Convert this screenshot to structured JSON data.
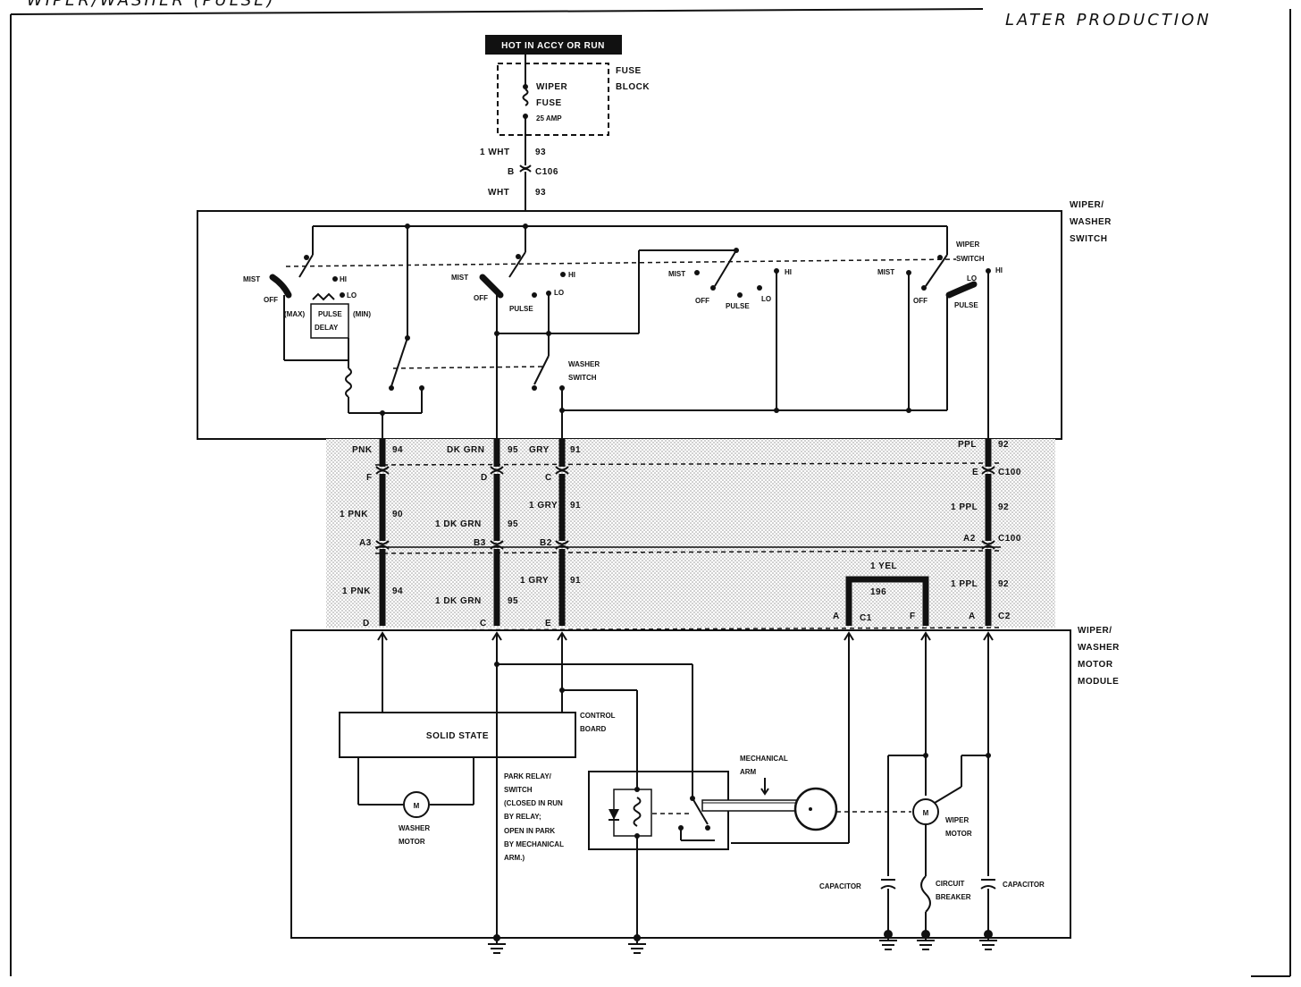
{
  "header": {
    "title_fragment": "WIPER/WASHER (PULSE)",
    "production_note": "LATER PRODUCTION"
  },
  "power": {
    "hot_label": "HOT IN ACCY OR RUN",
    "fuse_block_line1": "FUSE",
    "fuse_block_line2": "BLOCK",
    "fuse_name_line1": "WIPER",
    "fuse_name_line2": "FUSE",
    "fuse_rating": "25 AMP",
    "feed_upper_wire": "1 WHT",
    "feed_upper_circuit": "93",
    "feed_connector_pin": "B",
    "feed_connector": "C106",
    "feed_lower_wire": "WHT",
    "feed_lower_circuit": "93"
  },
  "switch_assembly": {
    "title_line1": "WIPER/",
    "title_line2": "WASHER",
    "title_line3": "SWITCH",
    "wiper_switch_line1": "WIPER",
    "wiper_switch_line2": "SWITCH",
    "washer_switch_line1": "WASHER",
    "washer_switch_line2": "SWITCH",
    "pos_mist": "MIST",
    "pos_off": "OFF",
    "pos_hi": "HI",
    "pos_lo": "LO",
    "pos_pulse": "PULSE",
    "pos_max": "(MAX)",
    "pos_min": "(MIN)",
    "pos_delay": "DELAY"
  },
  "harness": {
    "col1": {
      "wire_top": "PNK",
      "circ_top": "94",
      "pin_top": "F",
      "wire_mid": "1 PNK",
      "circ_mid": "90",
      "pin_mid": "A3",
      "wire_bot": "1 PNK",
      "circ_bot": "94",
      "pin_bot": "D"
    },
    "col2": {
      "wire_top": "DK GRN",
      "circ_top": "95",
      "pin_top": "D",
      "wire_mid": "1 DK GRN",
      "circ_mid": "95",
      "pin_mid": "B3",
      "wire_bot": "1 DK GRN",
      "circ_bot": "95",
      "pin_bot": "C"
    },
    "col3": {
      "wire_top": "GRY",
      "circ_top": "91",
      "pin_top": "C",
      "wire_mid": "1 GRY",
      "circ_mid": "91",
      "pin_mid": "B2",
      "wire_bot": "1 GRY",
      "circ_bot": "91",
      "pin_bot": "E"
    },
    "col4": {
      "wire_top": "PPL",
      "circ_top": "92",
      "pin_top": "E",
      "conn_top": "C100",
      "wire_mid": "1 PPL",
      "circ_mid": "92",
      "pin_mid": "A2",
      "conn_mid": "C100",
      "wire_bot": "1 PPL",
      "circ_bot": "92",
      "pin_bot": "A",
      "conn_bot": "C2"
    },
    "yel_wire": "1 YEL",
    "yel_circuit": "196",
    "yel_pin_a": "A",
    "yel_conn": "C1",
    "yel_pin_b": "F"
  },
  "motor_module": {
    "title_line1": "WIPER/",
    "title_line2": "WASHER",
    "title_line3": "MOTOR",
    "title_line4": "MODULE",
    "solid_state": "SOLID STATE",
    "control_board_line1": "CONTROL",
    "control_board_line2": "BOARD",
    "washer_motor_line1": "WASHER",
    "washer_motor_line2": "MOTOR",
    "motor_symbol": "M",
    "park_relay_lines": [
      "PARK RELAY/",
      "SWITCH",
      "(CLOSED IN RUN",
      "BY RELAY;",
      "OPEN IN PARK",
      "BY MECHANICAL",
      "ARM.)"
    ],
    "mech_arm_line1": "MECHANICAL",
    "mech_arm_line2": "ARM",
    "wiper_motor_line1": "WIPER",
    "wiper_motor_line2": "MOTOR",
    "capacitor": "CAPACITOR",
    "circuit_breaker_line1": "CIRCUIT",
    "circuit_breaker_line2": "BREAKER"
  }
}
